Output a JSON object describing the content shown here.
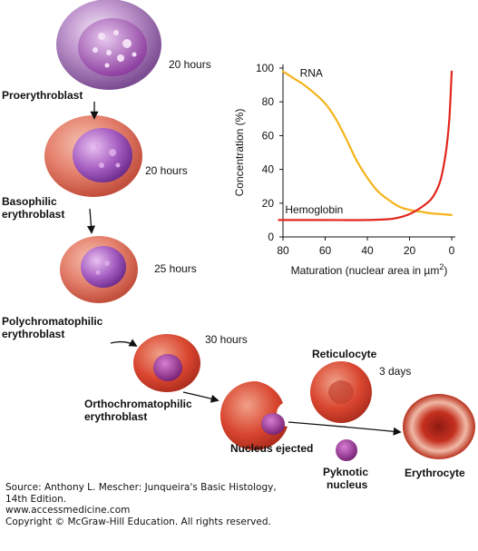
{
  "cells": {
    "proerythroblast": {
      "label": "Proerythroblast",
      "time": "20 hours"
    },
    "basophilic": {
      "label_line1": "Basophilic",
      "label_line2": "erythroblast",
      "time": "20 hours"
    },
    "polychromatophilic": {
      "label_line1": "Polychromatophilic",
      "label_line2": "erythroblast",
      "time": "25 hours"
    },
    "orthochromatophilic": {
      "label_line1": "Orthochromatophilic",
      "label_line2": "erythroblast",
      "time": "30 hours"
    },
    "nucleus_ejected": {
      "label": "Nucleus ejected"
    },
    "reticulocyte": {
      "label": "Reticulocyte",
      "time": "3 days"
    },
    "pyknotic": {
      "label_line1": "Pyknotic",
      "label_line2": "nucleus"
    },
    "erythrocyte": {
      "label": "Erythrocyte"
    }
  },
  "chart_data": {
    "type": "line",
    "xlabel": "Maturation (nuclear area in µm",
    "xlabel_sup": "2",
    "xlabel_close": ")",
    "ylabel": "Concentration (%)",
    "xlim": [
      80,
      0
    ],
    "ylim": [
      0,
      100
    ],
    "xticks": [
      "80",
      "60",
      "40",
      "20",
      "0"
    ],
    "yticks": [
      "0",
      "20",
      "40",
      "60",
      "80",
      "100"
    ],
    "series": [
      {
        "name": "RNA",
        "color": "#f5b31a",
        "x": [
          80,
          75,
          70,
          65,
          60,
          55,
          50,
          45,
          40,
          35,
          30,
          25,
          20,
          15,
          10,
          5,
          0
        ],
        "y": [
          98,
          94,
          90,
          85,
          79,
          70,
          58,
          45,
          35,
          27,
          22,
          18,
          16,
          15,
          14,
          13.5,
          13
        ]
      },
      {
        "name": "Hemoglobin",
        "color": "#e3261c",
        "x": [
          82,
          60,
          40,
          30,
          25,
          20,
          15,
          10,
          7,
          5,
          3,
          2,
          1,
          0
        ],
        "y": [
          10,
          10,
          10,
          10.5,
          11.5,
          13.5,
          17,
          22,
          28,
          35,
          48,
          58,
          72,
          98
        ]
      }
    ]
  },
  "footer": {
    "line1": "Source: Anthony L. Mescher: Junqueira's Basic Histology,",
    "line2": "14th Edition.",
    "line3": "www.accessmedicine.com",
    "line4": "Copyright © McGraw-Hill Education. All rights reserved."
  }
}
